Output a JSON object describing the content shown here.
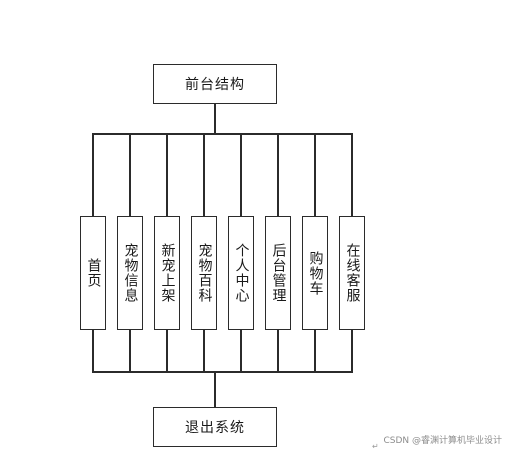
{
  "diagram": {
    "top": "前台结构",
    "bottom": "退出系统",
    "modules": [
      "首页",
      "宠物信息",
      "新宠上架",
      "宠物百科",
      "个人中心",
      "后台管理",
      "购物车",
      "在线客服"
    ]
  },
  "watermark": "CSDN @睿渊计算机毕业设计",
  "corner_mark": "↵"
}
